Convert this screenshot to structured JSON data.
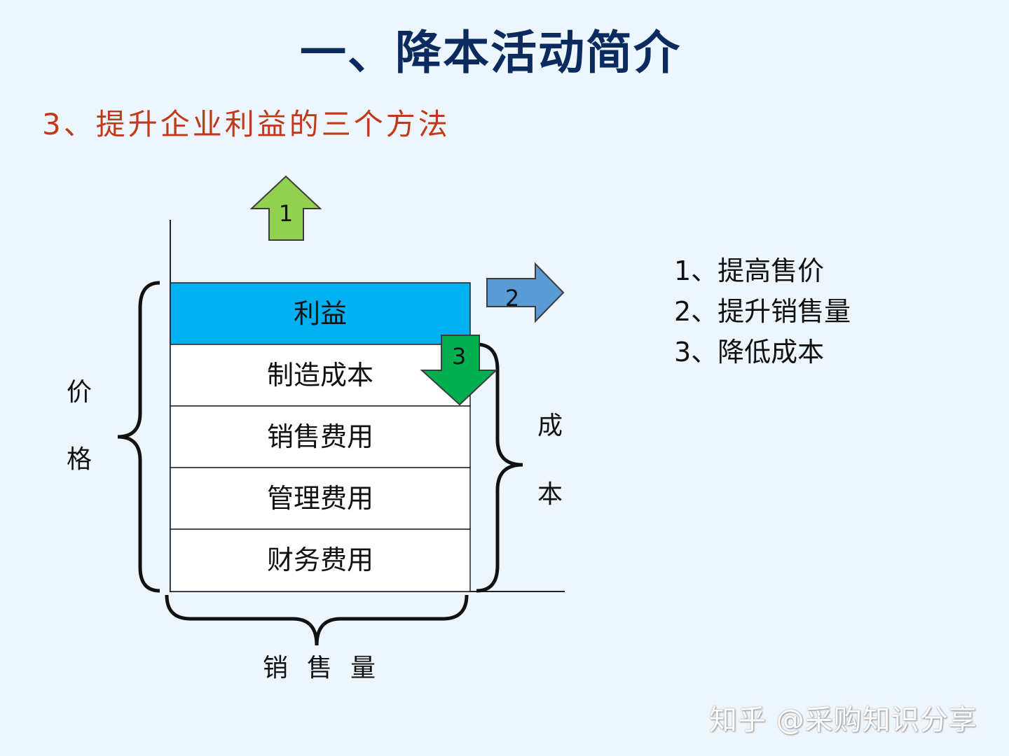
{
  "title": "一、降本活动简介",
  "subtitle": "3、提升企业利益的三个方法",
  "diagram": {
    "boxes": [
      "利益",
      "制造成本",
      "销售费用",
      "管理费用",
      "财务费用"
    ],
    "left_label": [
      "价",
      "格"
    ],
    "right_label": [
      "成",
      "本"
    ],
    "bottom_label": [
      "销",
      "售",
      "量"
    ],
    "arrows": [
      "1",
      "2",
      "3"
    ],
    "colors": {
      "profit_fill": "#00b0f0",
      "arrow_up": "#92d050",
      "arrow_right": "#5b9bd5",
      "arrow_down": "#00b050"
    }
  },
  "methods": [
    "1、提高售价",
    "2、提升销售量",
    "3、降低成本"
  ],
  "watermark": "知乎 @采购知识分享"
}
